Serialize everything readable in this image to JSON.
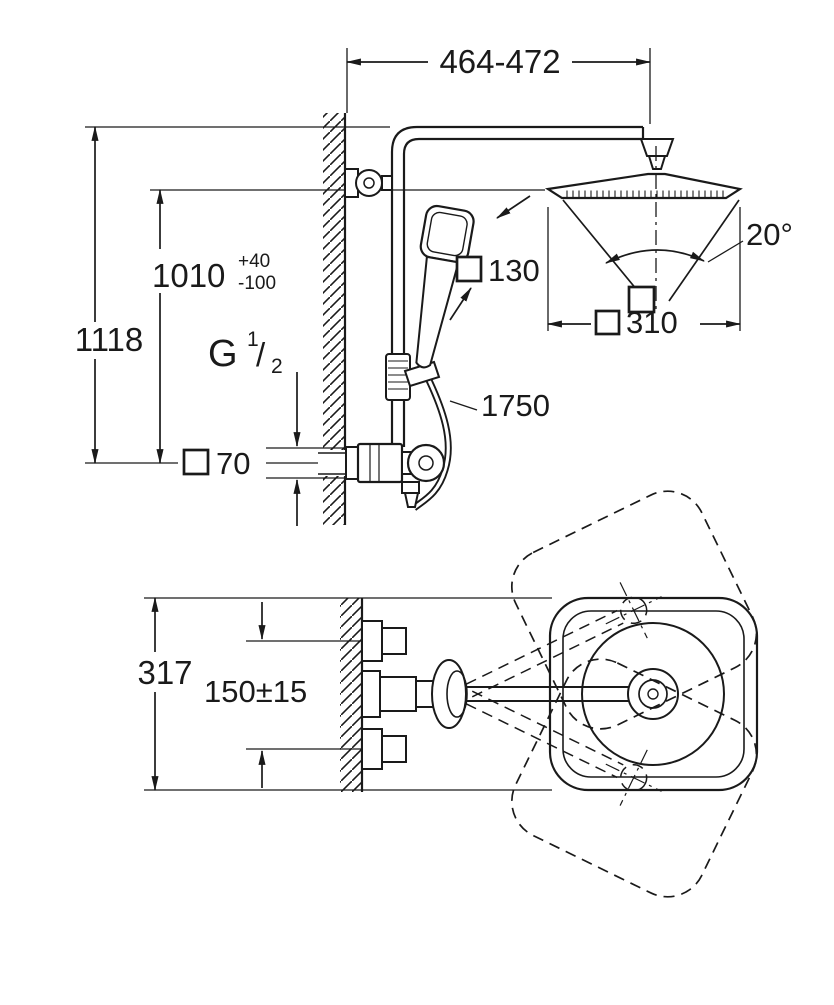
{
  "page": {
    "background": "#ffffff",
    "line_color": "#1a1a1a"
  },
  "elevation": {
    "dim_width": "464-472",
    "dim_total_height": "1118",
    "dim_head_height": "1010",
    "tol_plus": "+40",
    "tol_minus": "-100",
    "thread_g": "G",
    "thread_num": "1",
    "thread_slash": "/",
    "thread_den": "2",
    "dim_escutcheon": "70",
    "dim_hand_shower": "130",
    "dim_head_shower": "310",
    "spray_angle": "20°",
    "hose_length": "1750"
  },
  "plan": {
    "dim_depth": "317",
    "dim_supply_spacing": "150±15"
  }
}
